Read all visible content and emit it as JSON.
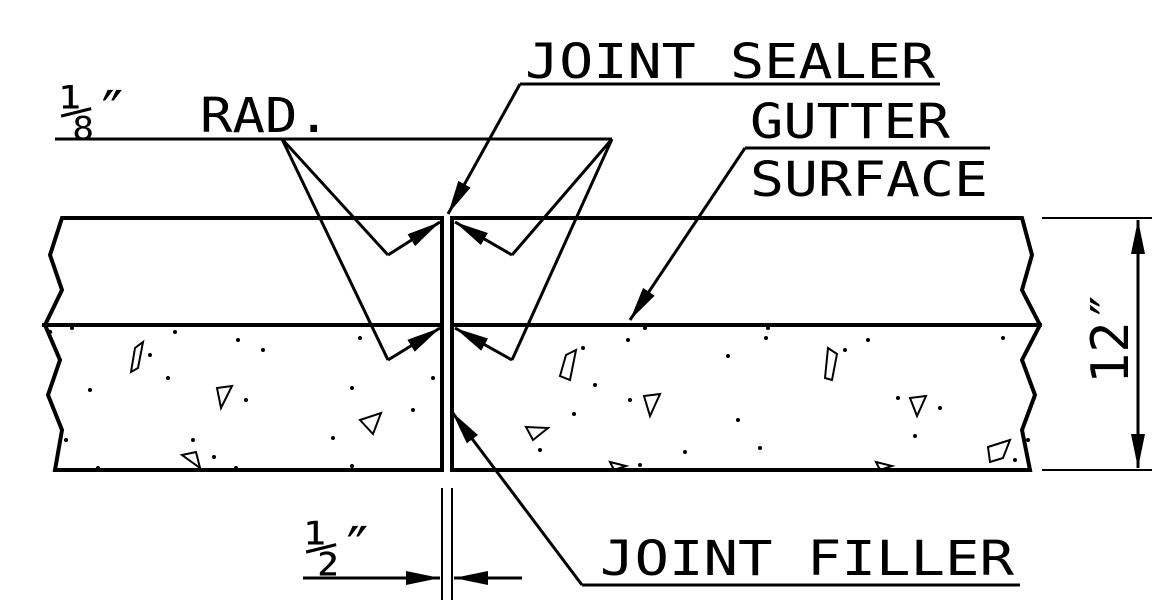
{
  "labels": {
    "joint_sealer": "JOINT SEALER",
    "rad_value": "⅛″",
    "rad_text": "RAD.",
    "gutter": "GUTTER",
    "surface": "SURFACE",
    "thickness": "12″",
    "gap_width": "½″",
    "joint_filler": "JOINT FILLER"
  },
  "colors": {
    "line": "#000000",
    "background": "#ffffff"
  }
}
